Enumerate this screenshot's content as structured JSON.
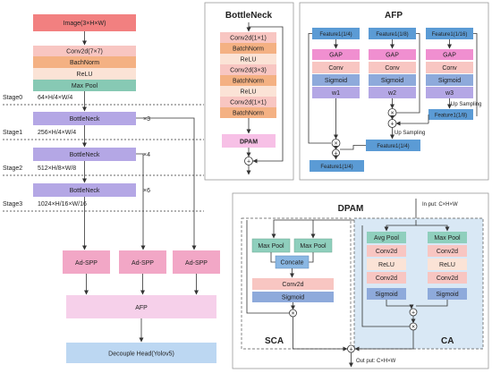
{
  "backbone": {
    "image": "Image(3×H×W)",
    "conv": "Conv2d(7×7)",
    "bn": "BachNorm",
    "relu": "ReLU",
    "pool": "Max Pool",
    "stages": [
      {
        "label": "Stage0",
        "dims": "64×H/4×W/4"
      },
      {
        "label": "Stage1",
        "dims": "256×H/4×W/4"
      },
      {
        "label": "Stage2",
        "dims": "512×H/8×W/8"
      },
      {
        "label": "Stage3",
        "dims": "1024×H/16×W/16"
      }
    ],
    "blocks": [
      {
        "label": "BottleNeck",
        "mult": "×3"
      },
      {
        "label": "BottleNeck",
        "mult": "×4"
      },
      {
        "label": "BottleNeck",
        "mult": "×6"
      }
    ],
    "adspp": [
      "Ad-SPP",
      "Ad-SPP",
      "Ad-SPP"
    ],
    "afp": "AFP",
    "head": "Decouple Head(Yolov5)"
  },
  "bottleneck": {
    "title": "BottleNeck",
    "layers": [
      "Conv2d(1×1)",
      "BatchNorm",
      "ReLU",
      "Conv2d(3×3)",
      "BatchNorm",
      "ReLU",
      "Conv2d(1×1)",
      "BatchNorm"
    ],
    "dpam": "DPAM",
    "plus": "+"
  },
  "afp": {
    "title": "AFP",
    "columns": [
      {
        "feature": "Feature1(1/4)",
        "gap": "GAP",
        "conv": "Conv",
        "sigmoid": "Sigmoid",
        "w": "w1"
      },
      {
        "feature": "Feature1(1/8)",
        "gap": "GAP",
        "conv": "Conv",
        "sigmoid": "Sigmoid",
        "w": "w2"
      },
      {
        "feature": "Feature1(1/16)",
        "gap": "GAP",
        "conv": "Conv",
        "sigmoid": "Sigmoid",
        "w": "w3"
      }
    ],
    "up1": "Up Sampling",
    "up2": "Up Sampling",
    "f18": "Feature1(1/8)",
    "f14mid": "Feature1(1/4)",
    "f14out": "Feature1(1/4)",
    "times": "×",
    "plus": "+"
  },
  "dpam": {
    "title": "DPAM",
    "input": "In put: C×H×W",
    "output": "Out put: C×H×W",
    "sca": {
      "label": "SCA",
      "maxpool_a": "Max Pool",
      "maxpool_b": "Max Pool",
      "concate": "Concate",
      "conv": "Conv2d",
      "sigmoid": "Sigmoid"
    },
    "ca": {
      "label": "CA",
      "left": [
        "Avg Pool",
        "Conv2d",
        "ReLU",
        "Conv2d",
        "Sigmoid"
      ],
      "right": [
        "Max Pool",
        "Conv2d",
        "ReLU",
        "Conv2d",
        "Sigmoid"
      ]
    },
    "times": "×",
    "plus": "+"
  },
  "colors": {
    "image": "#f28080",
    "conv": "#f8c6c2",
    "bn": "#f4b183",
    "relu": "#fbe3d6",
    "pool": "#87c9b4",
    "bottleneck": "#b4a7e5",
    "adspp": "#f2a7c6",
    "afp_block": "#f6d0ea",
    "head": "#bcd7f2",
    "feature": "#5b9bd5",
    "gap": "#f08fd0",
    "afp_conv": "#f8c6c2",
    "sigmoid": "#8eaadb",
    "w": "#b4a7e5",
    "dpam": "#f7c0e6",
    "dp_maxpool": "#8fcfbd",
    "dp_concate": "#8ab7e3",
    "dp_conv": "#f8c6c2",
    "dp_sigmoid": "#8eaadb",
    "dp_relu": "#fbe3d6",
    "ca_panel": "#d9e8f5"
  }
}
